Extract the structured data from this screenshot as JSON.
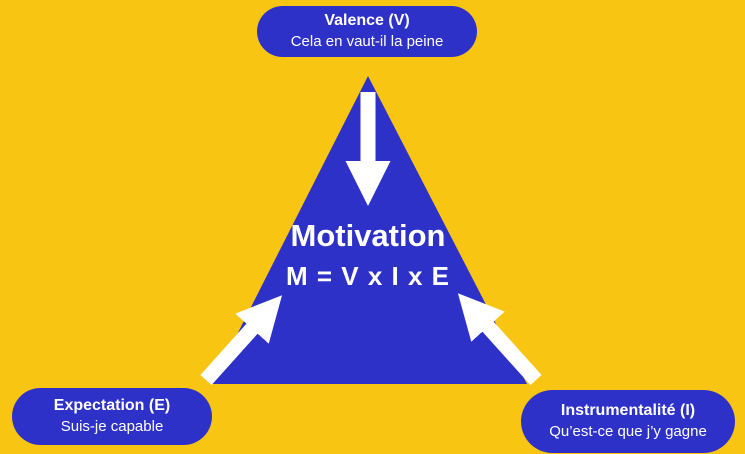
{
  "colors": {
    "background": "#F9C513",
    "shape": "#2D31C8",
    "text": "#FFFFFF"
  },
  "diagram": {
    "center": {
      "title": "Motivation",
      "formula": "M = V x I x E"
    },
    "nodes": {
      "top": {
        "title": "Valence (V)",
        "subtitle": "Cela en vaut-il la peine"
      },
      "bottom_left": {
        "title": "Expectation (E)",
        "subtitle": "Suis-je capable"
      },
      "bottom_right": {
        "title": "Instrumentalité (I)",
        "subtitle": "Qu’est-ce que j’y gagne"
      }
    },
    "shapes": [
      "triangle",
      "arrow-top-down",
      "arrow-bottom-left-up",
      "arrow-bottom-right-up"
    ]
  }
}
